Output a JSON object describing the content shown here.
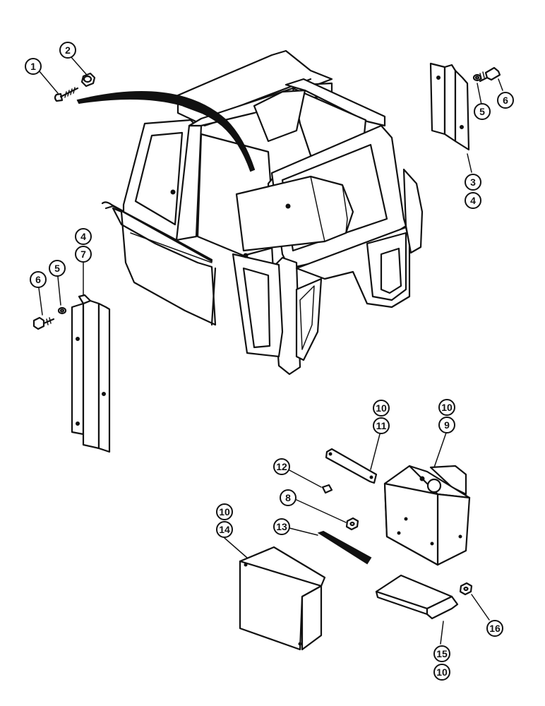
{
  "callouts": {
    "c1": "1",
    "c2": "2",
    "c3": "3",
    "c4a": "4",
    "c4b": "4",
    "c5a": "5",
    "c5b": "5",
    "c6a": "6",
    "c6b": "6",
    "c7": "7",
    "c8": "8",
    "c9": "9",
    "c10a": "10",
    "c10b": "10",
    "c10c": "10",
    "c10d": "10",
    "c11": "11",
    "c12": "12",
    "c13": "13",
    "c14": "14",
    "c15": "15",
    "c16": "16"
  },
  "colors": {
    "line": "#111111",
    "background": "#ffffff"
  }
}
